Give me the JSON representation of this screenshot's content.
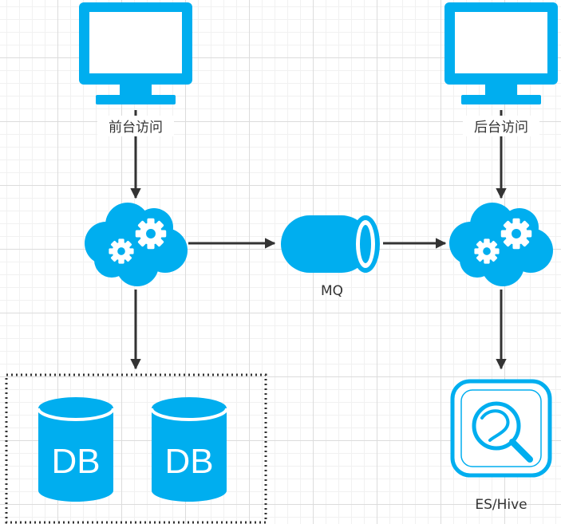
{
  "colors": {
    "accent": "#00aeef",
    "edge": "#333333"
  },
  "nodes": {
    "front_access": {
      "label": "前台访问",
      "icon": "monitor-icon"
    },
    "back_access": {
      "label": "后台访问",
      "icon": "monitor-icon"
    },
    "front_service": {
      "icon": "cloud-gears-icon"
    },
    "back_service": {
      "icon": "cloud-gears-icon"
    },
    "mq": {
      "label": "MQ",
      "icon": "queue-cylinder-icon"
    },
    "db1": {
      "label": "DB",
      "icon": "database-icon"
    },
    "db2": {
      "label": "DB",
      "icon": "database-icon"
    },
    "es_hive": {
      "label": "ES/Hive",
      "icon": "search-app-icon"
    }
  },
  "edges": [
    {
      "from": "front_access",
      "to": "front_service"
    },
    {
      "from": "back_access",
      "to": "back_service"
    },
    {
      "from": "front_service",
      "to": "mq"
    },
    {
      "from": "mq",
      "to": "back_service"
    },
    {
      "from": "front_service",
      "to": "db_group"
    },
    {
      "from": "back_service",
      "to": "es_hive"
    }
  ]
}
